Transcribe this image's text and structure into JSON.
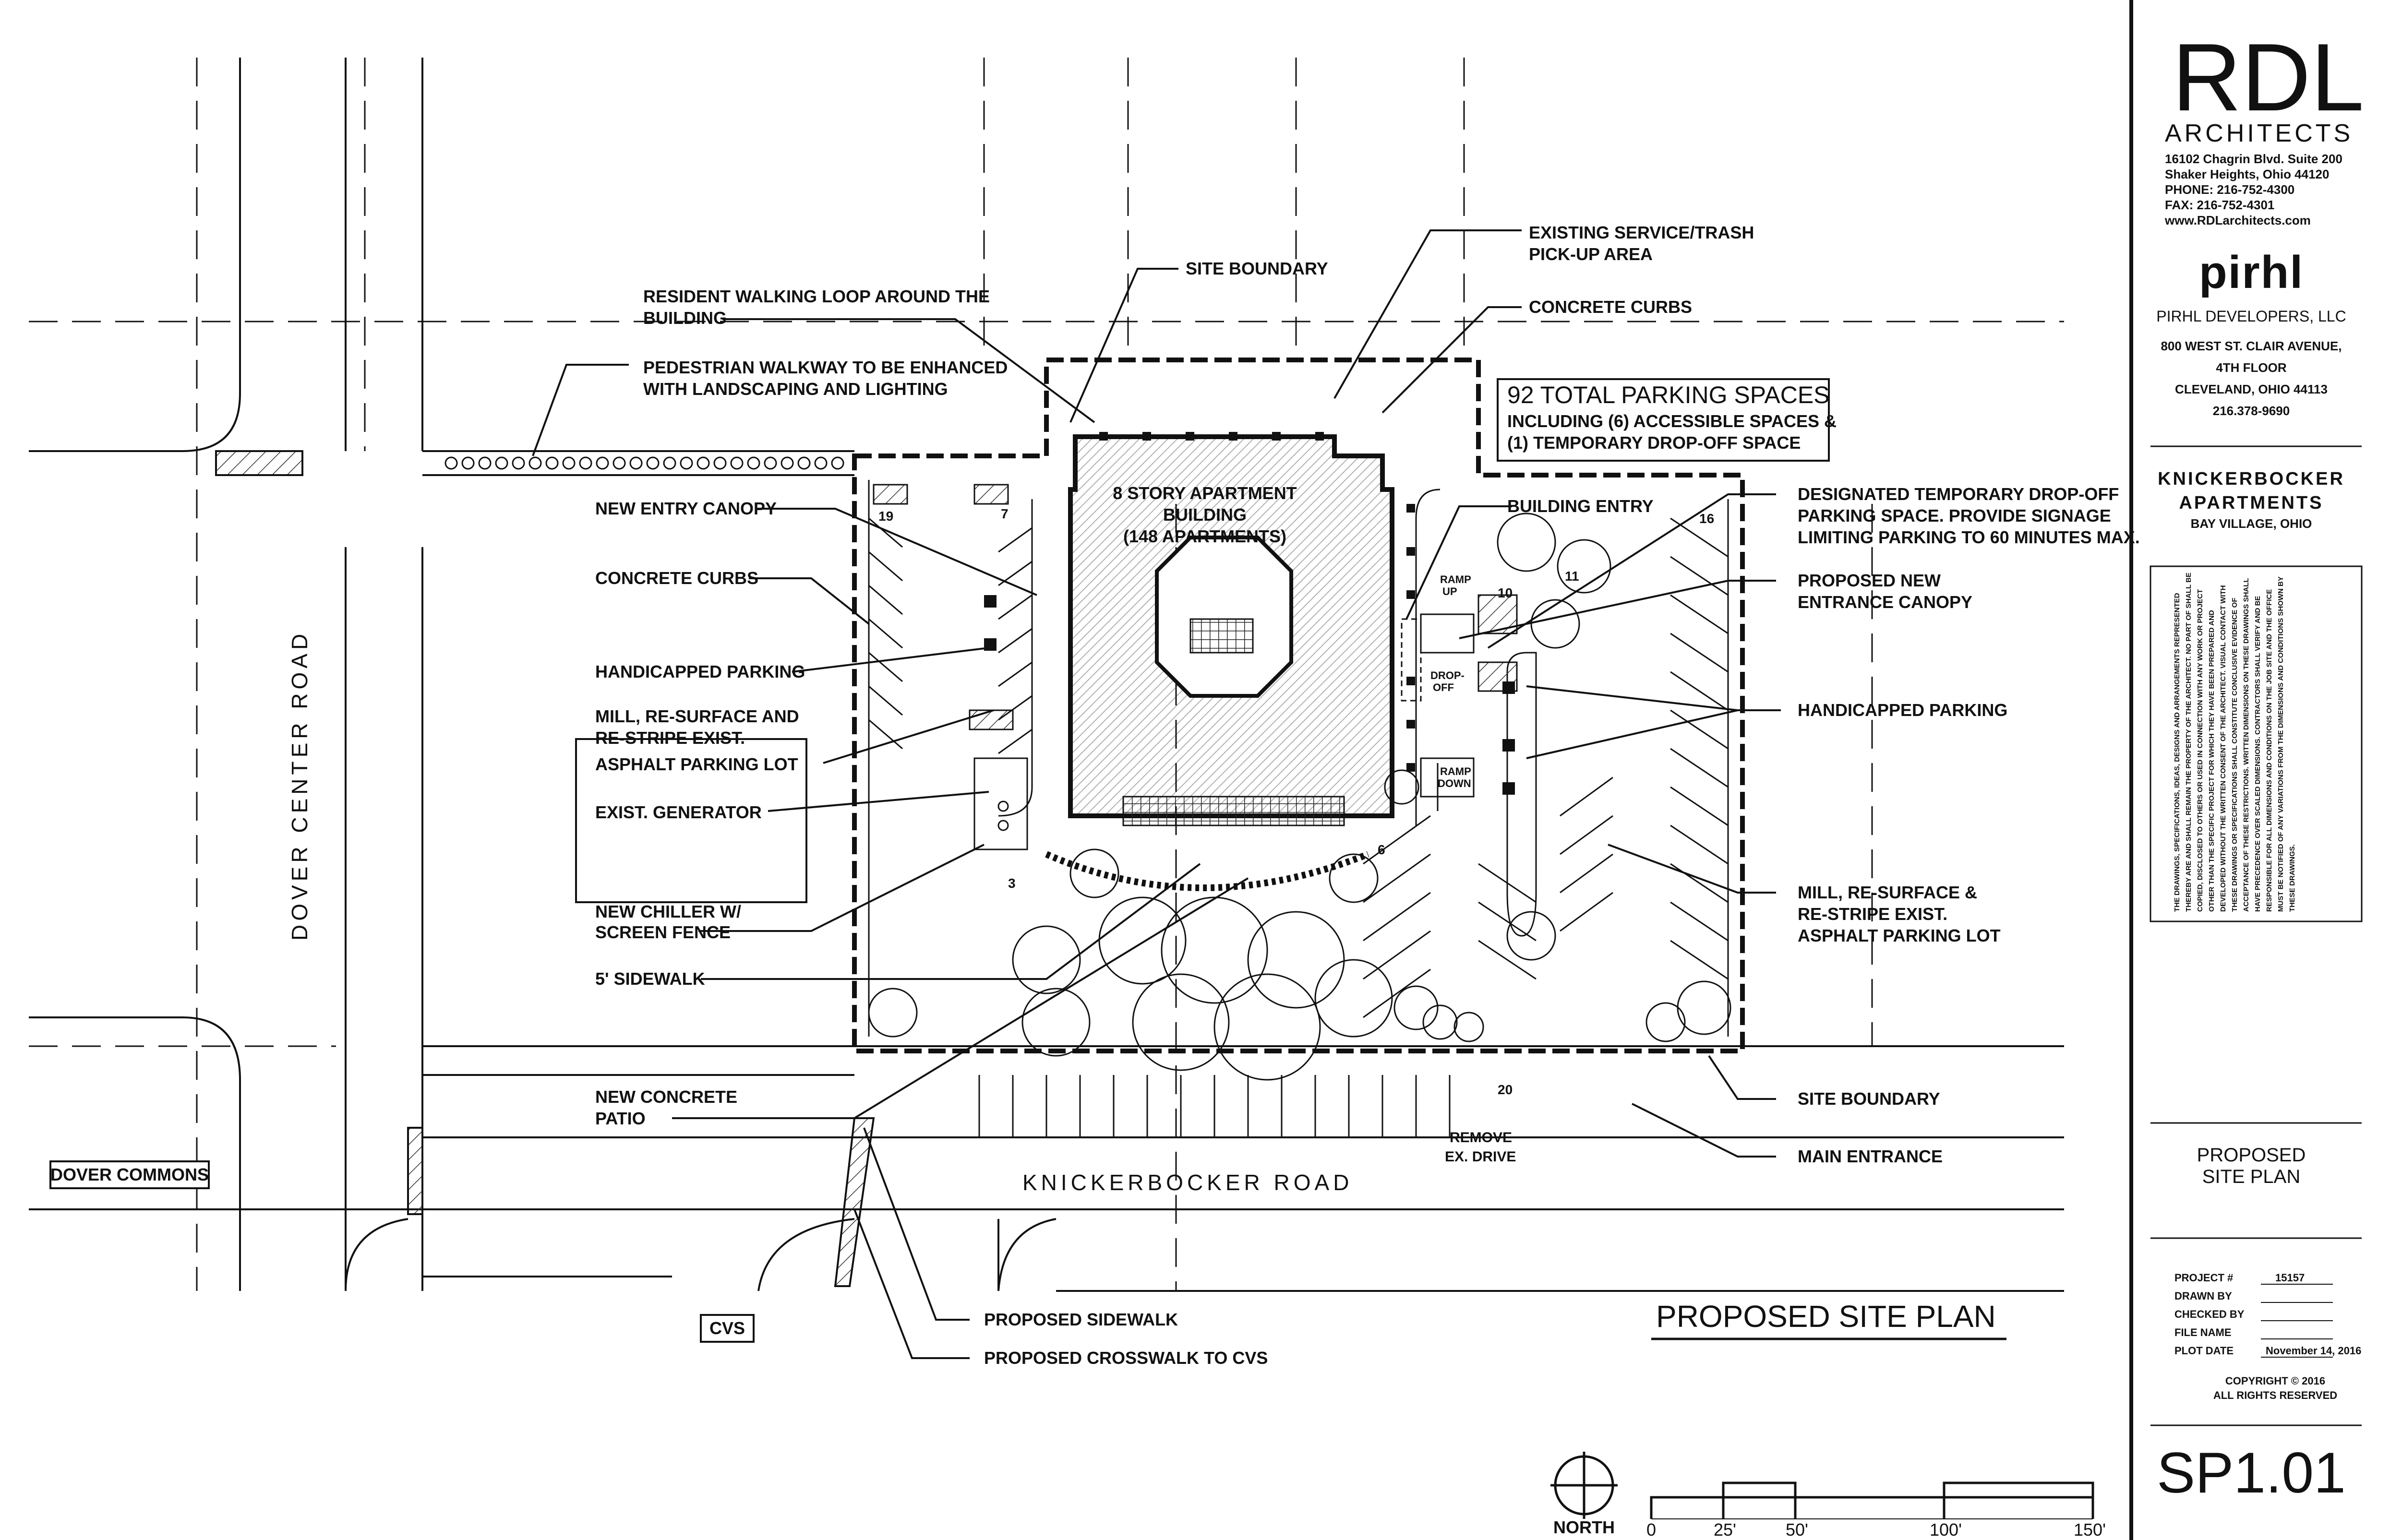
{
  "drawing_title": "PROPOSED SITE PLAN",
  "sheet_number": "SP1.01",
  "sheet_title": [
    "PROPOSED",
    "SITE PLAN"
  ],
  "architect": {
    "logo": "RDL",
    "subtitle": "ARCHITECTS",
    "address": [
      "16102 Chagrin Blvd. Suite 200",
      "Shaker Heights, Ohio  44120",
      "PHONE: 216-752-4300",
      "FAX: 216-752-4301",
      "www.RDLarchitects.com"
    ]
  },
  "developer": {
    "logo": "pirhl",
    "name": "PIRHL DEVELOPERS, LLC",
    "address": [
      "800 WEST ST. CLAIR AVENUE,",
      "4TH FLOOR",
      "CLEVELAND, OHIO 44113",
      "216.378-9690"
    ]
  },
  "project": {
    "name": [
      "KNICKERBOCKER",
      "APARTMENTS"
    ],
    "location": "BAY VILLAGE, OHIO"
  },
  "disclaimer": [
    "THE DRAWINGS, SPECIFICATIONS, IDEAS, DESIGNS AND ARRANGEMENTS REPRESENTED",
    "THEREBY ARE AND SHALL REMAIN THE PROPERTY OF THE ARCHITECT. NO PART OF SHALL BE",
    "COPIED, DISCLOSED TO OTHERS OR USED IN CONNECTION WITH ANY WORK OR PROJECT",
    "OTHER THAN THE SPECIFIC PROJECT FOR WHICH THEY HAVE BEEN PREPARED AND",
    "DEVELOPED WITHOUT THE WRITTEN CONSENT OF THE ARCHITECT. VISUAL CONTACT WITH",
    "THESE DRAWINGS OR SPECIFICATIONS SHALL CONSTITUTE CONCLUSIVE EVIDENCE OF",
    "ACCEPTANCE OF THESE RESTRICTIONS. WRITTEN DIMENSIONS ON THESE DRAWINGS SHALL",
    "HAVE PRECEDENCE OVER SCALED DIMENSIONS. CONTRACTORS SHALL VERIFY AND BE",
    "RESPONSIBLE FOR ALL DIMENSIONS AND CONDITIONS ON THE JOB SITE AND THE OFFICE",
    "MUST BE NOTIFIED OF ANY VARIATIONS FROM THE DIMENSIONS AND CONDITIONS SHOWN BY",
    "THESE DRAWINGS."
  ],
  "info": [
    {
      "label": "PROJECT #",
      "value": "15157"
    },
    {
      "label": "DRAWN BY",
      "value": ""
    },
    {
      "label": "CHECKED BY",
      "value": ""
    },
    {
      "label": "FILE NAME",
      "value": ""
    },
    {
      "label": "PLOT DATE",
      "value": "November 14, 2016"
    }
  ],
  "copyright": [
    "COPYRIGHT © 2016",
    "ALL RIGHTS RESERVED"
  ],
  "streets": {
    "dover": "DOVER CENTER ROAD",
    "knickerbocker": "KNICKERBOCKER ROAD"
  },
  "places": {
    "dover_commons": "DOVER COMMONS",
    "cvs": "CVS"
  },
  "building": [
    "8 STORY APARTMENT",
    "BUILDING",
    "(148 APARTMENTS)"
  ],
  "parking_box": [
    "92 TOTAL PARKING SPACES",
    "INCLUDING (6) ACCESSIBLE SPACES &",
    "(1) TEMPORARY DROP-OFF SPACE"
  ],
  "left_labels": {
    "loop": [
      "RESIDENT WALKING LOOP AROUND THE",
      "BUILDING"
    ],
    "walkway": [
      "PEDESTRIAN WALKWAY TO BE ENHANCED",
      "WITH LANDSCAPING AND LIGHTING"
    ],
    "canopy": "NEW ENTRY CANOPY",
    "curbs": "CONCRETE CURBS",
    "handicapped": "HANDICAPPED PARKING",
    "mill": [
      "MILL, RE-SURFACE AND",
      "RE-STRIPE EXIST.",
      "ASPHALT PARKING LOT"
    ],
    "generator": "EXIST. GENERATOR",
    "chiller": [
      "NEW CHILLER W/",
      "SCREEN FENCE"
    ],
    "sidewalk": "5' SIDEWALK",
    "patio": [
      "NEW CONCRETE",
      "PATIO"
    ],
    "prop_sidewalk": "PROPOSED SIDEWALK",
    "crosswalk": "PROPOSED CROSSWALK TO CVS"
  },
  "top_labels": {
    "site_boundary": "SITE BOUNDARY",
    "service": [
      "EXISTING SERVICE/TRASH",
      "PICK-UP AREA"
    ],
    "curbs": "CONCRETE CURBS",
    "entry": "BUILDING ENTRY"
  },
  "right_labels": {
    "dropoff": [
      "DESIGNATED TEMPORARY DROP-OFF",
      "PARKING SPACE. PROVIDE SIGNAGE",
      "LIMITING PARKING TO 60 MINUTES MAX."
    ],
    "canopy": [
      "PROPOSED NEW",
      "ENTRANCE CANOPY"
    ],
    "handicapped": "HANDICAPPED PARKING",
    "mill": [
      "MILL, RE-SURFACE &",
      "RE-STRIPE EXIST.",
      "ASPHALT PARKING LOT"
    ],
    "site_boundary": "SITE BOUNDARY",
    "main_entrance": "MAIN ENTRANCE"
  },
  "small_labels": {
    "remove": [
      "REMOVE",
      "EX. DRIVE"
    ],
    "ramp_up": [
      "RAMP",
      "UP"
    ],
    "drop_off": [
      "DROP-",
      "OFF"
    ],
    "ramp_down": [
      "RAMP",
      "DOWN"
    ]
  },
  "space_counts": [
    "19",
    "7",
    "3",
    "6",
    "10",
    "11",
    "16",
    "20"
  ],
  "north": "NORTH",
  "scale": [
    "0",
    "25'",
    "50'",
    "100'",
    "150'"
  ],
  "colors": {
    "ink": "#111111",
    "paper": "#ffffff"
  }
}
